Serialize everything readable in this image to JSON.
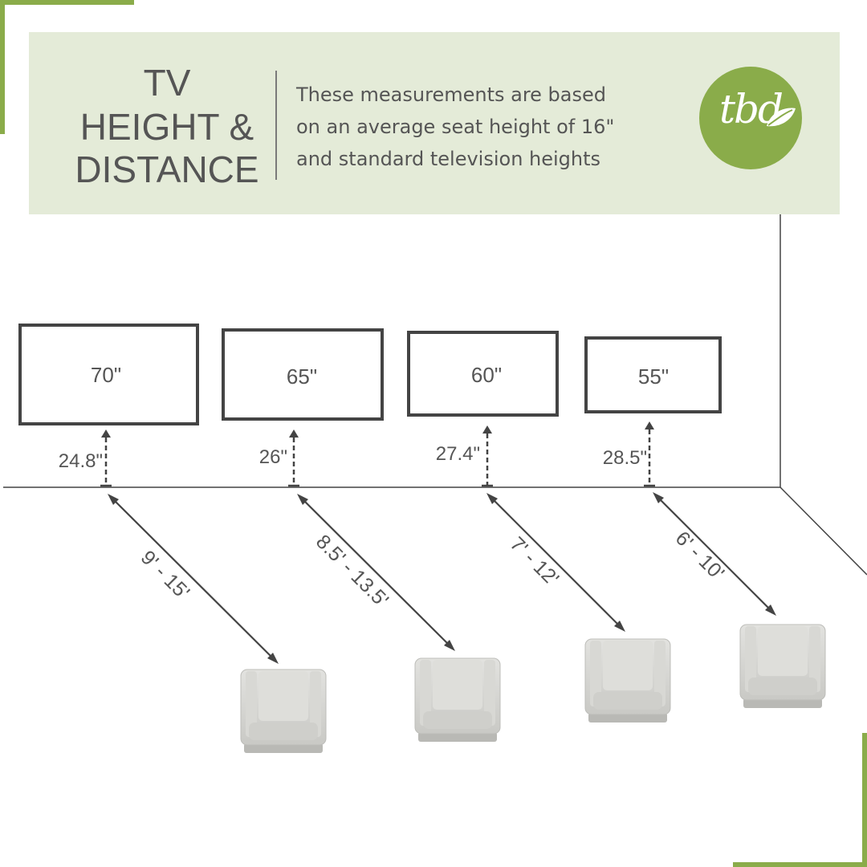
{
  "header": {
    "title_lines": [
      "TV",
      "HEIGHT &",
      "DISTANCE"
    ],
    "description_lines": [
      "These measurements are based",
      "on an average seat height of 16\"",
      "and standard television heights"
    ],
    "logo_text": "tbd"
  },
  "colors": {
    "accent_green": "#8aac4a",
    "banner_bg": "#e4ebd8",
    "text": "#555555",
    "line": "#444444"
  },
  "tvs": [
    {
      "size": "70\"",
      "mount_height": "24.8\"",
      "viewing_distance": "9' - 15'"
    },
    {
      "size": "65\"",
      "mount_height": "26\"",
      "viewing_distance": "8.5' - 13.5'"
    },
    {
      "size": "60\"",
      "mount_height": "27.4\"",
      "viewing_distance": "7' - 12'"
    },
    {
      "size": "55\"",
      "mount_height": "28.5\"",
      "viewing_distance": "6' - 10'"
    }
  ]
}
